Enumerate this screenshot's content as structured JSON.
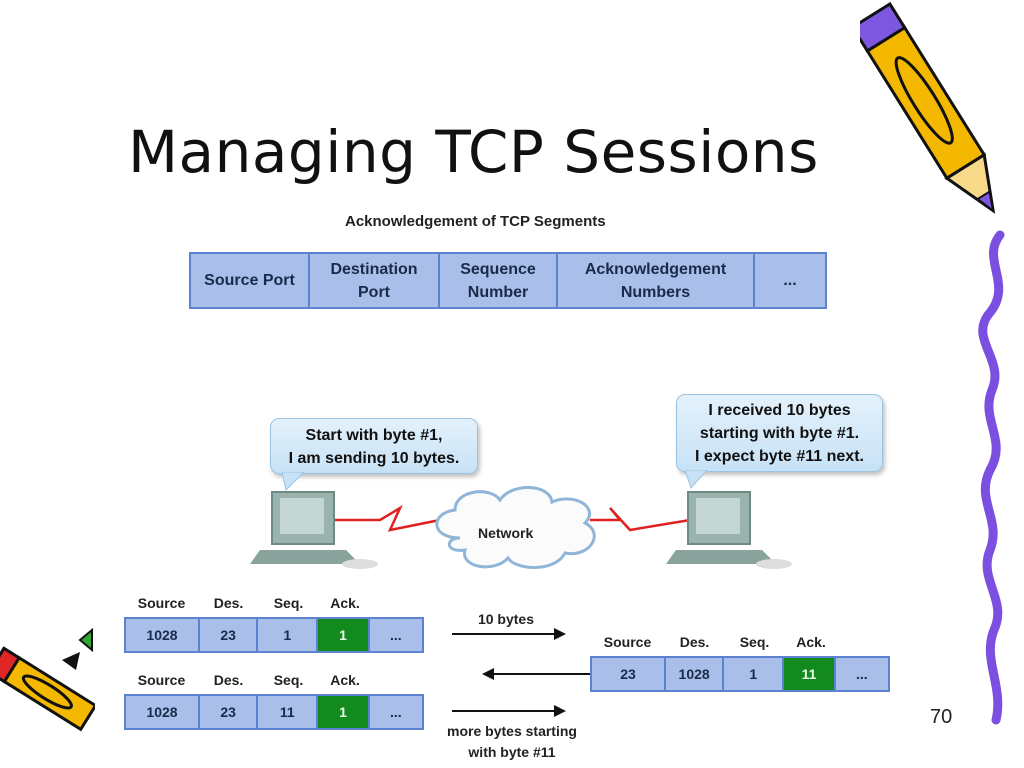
{
  "slide": {
    "title": "Managing TCP Sessions",
    "subtitle": "Acknowledgement of TCP Segments",
    "page_number": "70"
  },
  "header_fields": [
    "Source Port",
    "Destination\nPort",
    "Sequence\nNumber",
    "Acknowledgement\nNumbers",
    "..."
  ],
  "sender_bubble": "Start with byte #1,\nI am sending 10 bytes.",
  "receiver_bubble": "I received 10 bytes\nstarting with byte #1.\nI expect byte #11 next.",
  "network_label": "Network",
  "segment_labels": {
    "source": "Source",
    "des": "Des.",
    "seq": "Seq.",
    "ack": "Ack."
  },
  "segments": {
    "first": {
      "source": "1028",
      "des": "23",
      "seq": "1",
      "ack": "1",
      "more": "..."
    },
    "reply": {
      "source": "23",
      "des": "1028",
      "seq": "1",
      "ack": "11",
      "more": "..."
    },
    "second": {
      "source": "1028",
      "des": "23",
      "seq": "11",
      "ack": "1",
      "more": "..."
    }
  },
  "arrows": {
    "first": "10 bytes",
    "second": "more bytes starting\nwith byte #11"
  },
  "colors": {
    "field_fill": "#a9bfe9",
    "field_border": "#5d82cf",
    "ack_highlight": "#138a1e",
    "link_color": "#e02020",
    "pencil_body": "#f5b800",
    "squiggle": "#7b4fe0"
  }
}
